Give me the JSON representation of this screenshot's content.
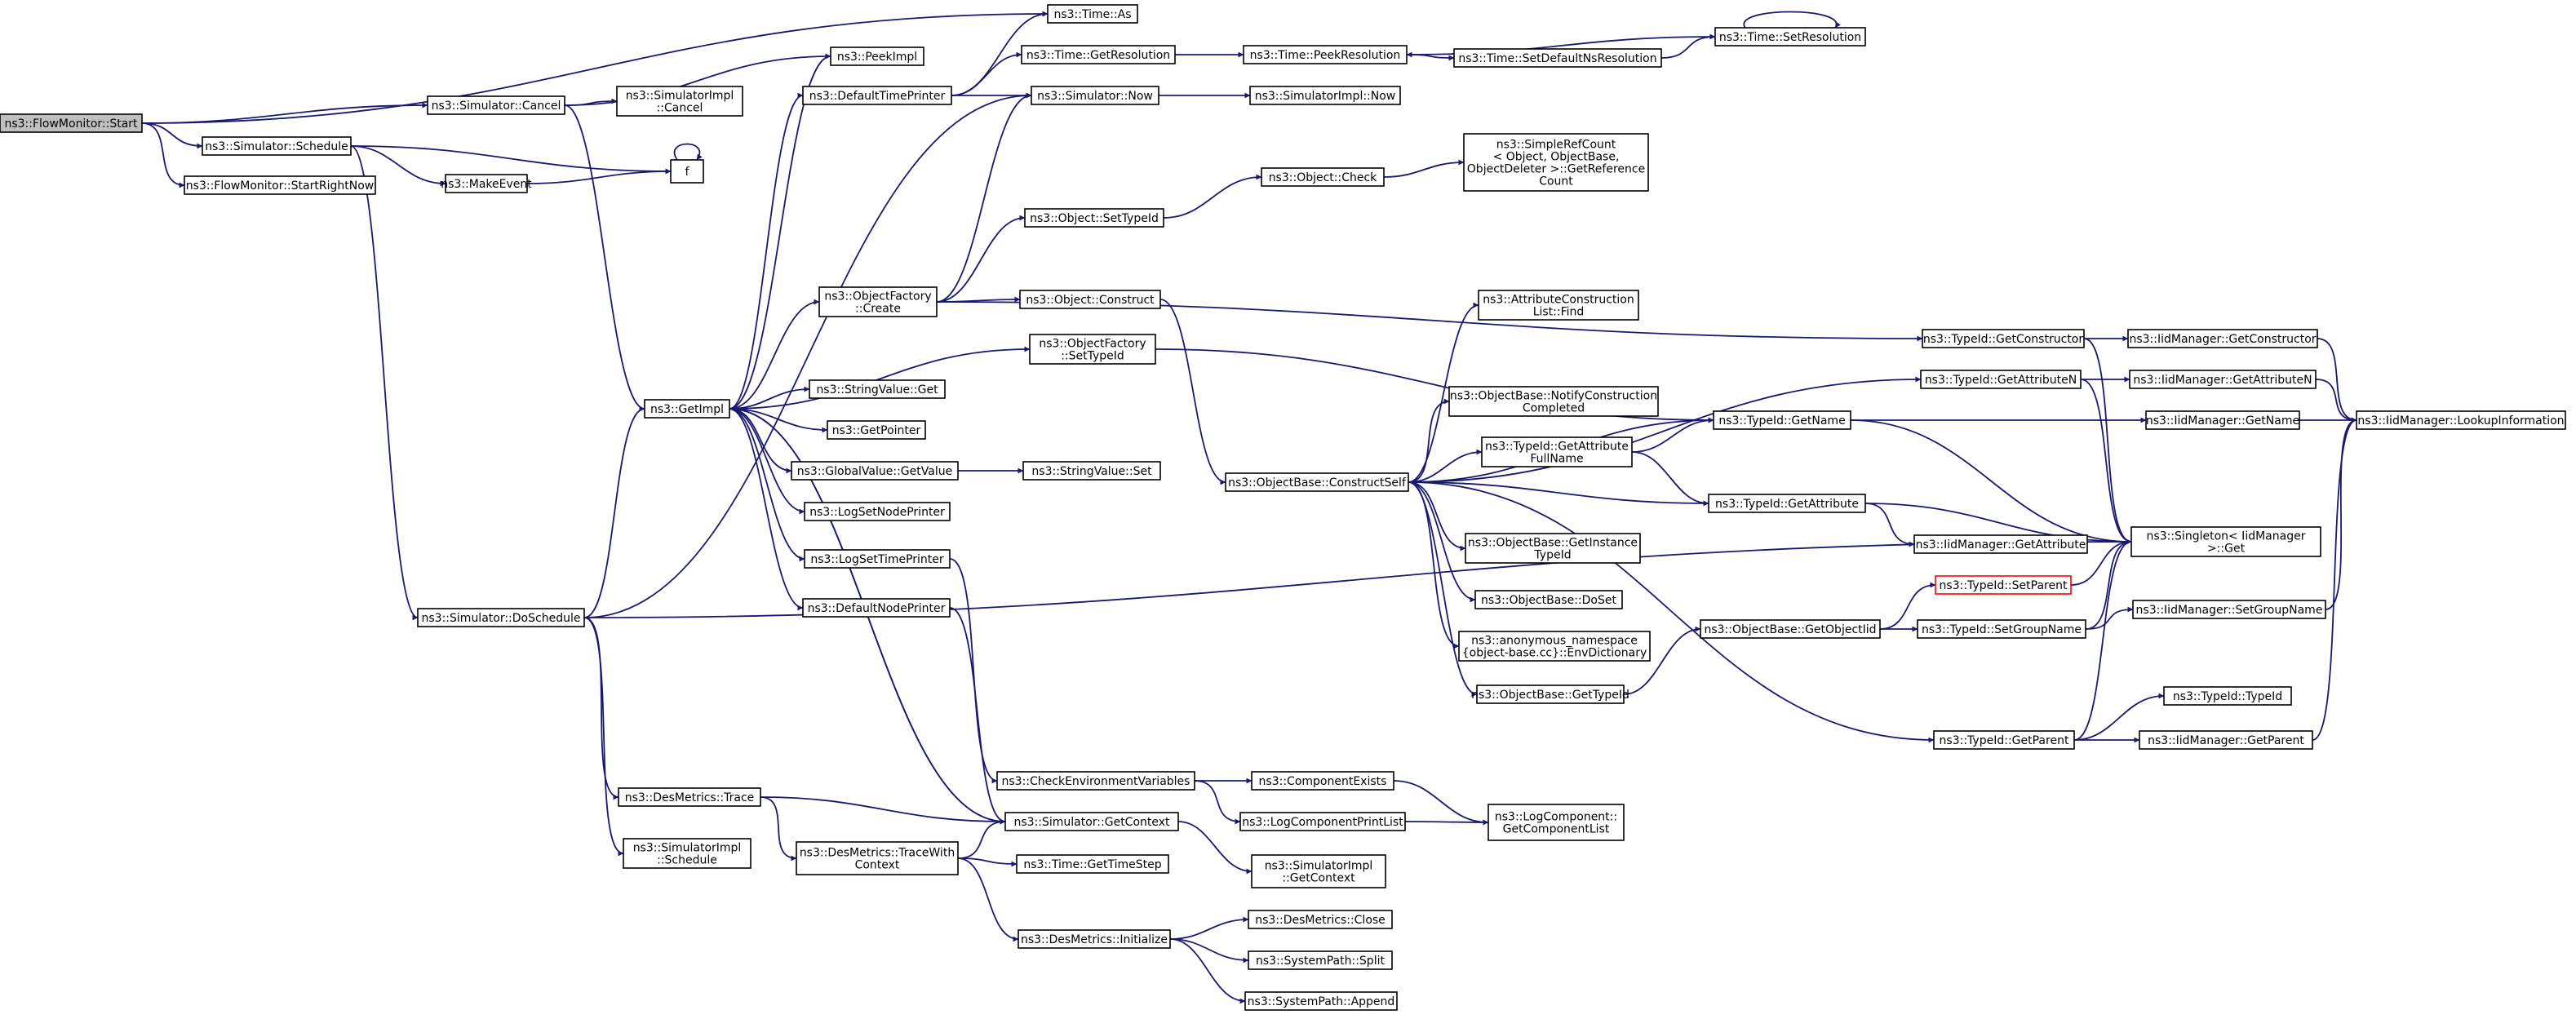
{
  "diagram": {
    "type": "call-graph",
    "colors": {
      "edge": "#191970",
      "root_fill": "#bfbfbf",
      "node_border": "#000000",
      "highlight_border": "#ff0000"
    },
    "nodes": [
      {
        "id": "flowmonitor_start",
        "lines": [
          "ns3::FlowMonitor::Start"
        ]
      },
      {
        "id": "sim_cancel",
        "lines": [
          "ns3::Simulator::Cancel"
        ]
      },
      {
        "id": "sim_schedule",
        "lines": [
          "ns3::Simulator::Schedule"
        ]
      },
      {
        "id": "fm_startrightnow",
        "lines": [
          "ns3::FlowMonitor::StartRightNow"
        ]
      },
      {
        "id": "time_as",
        "lines": [
          "ns3::Time::As"
        ]
      },
      {
        "id": "peekimpl",
        "lines": [
          "ns3::PeekImpl"
        ]
      },
      {
        "id": "simimpl_cancel",
        "lines": [
          "ns3::SimulatorImpl",
          "::Cancel"
        ]
      },
      {
        "id": "makeevent",
        "lines": [
          "ns3::MakeEvent"
        ]
      },
      {
        "id": "f",
        "lines": [
          "f"
        ]
      },
      {
        "id": "getimpl",
        "lines": [
          "ns3::GetImpl"
        ]
      },
      {
        "id": "sim_doschedule",
        "lines": [
          "ns3::Simulator::DoSchedule"
        ]
      },
      {
        "id": "defaulttimeprinter",
        "lines": [
          "ns3::DefaultTimePrinter"
        ]
      },
      {
        "id": "time_getresolution",
        "lines": [
          "ns3::Time::GetResolution"
        ]
      },
      {
        "id": "sim_now",
        "lines": [
          "ns3::Simulator::Now"
        ]
      },
      {
        "id": "time_peekresolution",
        "lines": [
          "ns3::Time::PeekResolution"
        ]
      },
      {
        "id": "simimpl_now",
        "lines": [
          "ns3::SimulatorImpl::Now"
        ]
      },
      {
        "id": "time_setdefaultns",
        "lines": [
          "ns3::Time::SetDefaultNsResolution"
        ]
      },
      {
        "id": "time_setresolution",
        "lines": [
          "ns3::Time::SetResolution"
        ]
      },
      {
        "id": "object_settypeid",
        "lines": [
          "ns3::Object::SetTypeId"
        ]
      },
      {
        "id": "object_check",
        "lines": [
          "ns3::Object::Check"
        ]
      },
      {
        "id": "simplerefcount",
        "lines": [
          "ns3::SimpleRefCount",
          "< Object, ObjectBase,",
          "ObjectDeleter >::GetReference",
          "Count"
        ]
      },
      {
        "id": "objectfactory_create",
        "lines": [
          "ns3::ObjectFactory",
          "::Create"
        ]
      },
      {
        "id": "object_construct",
        "lines": [
          "ns3::Object::Construct"
        ]
      },
      {
        "id": "objectfactory_settypeid",
        "lines": [
          "ns3::ObjectFactory",
          "::SetTypeId"
        ]
      },
      {
        "id": "stringvalue_get",
        "lines": [
          "ns3::StringValue::Get"
        ]
      },
      {
        "id": "getpointer",
        "lines": [
          "ns3::GetPointer"
        ]
      },
      {
        "id": "globalvalue_getvalue",
        "lines": [
          "ns3::GlobalValue::GetValue"
        ]
      },
      {
        "id": "stringvalue_set",
        "lines": [
          "ns3::StringValue::Set"
        ]
      },
      {
        "id": "logsetnodeprinter",
        "lines": [
          "ns3::LogSetNodePrinter"
        ]
      },
      {
        "id": "logsettimeprinter",
        "lines": [
          "ns3::LogSetTimePrinter"
        ]
      },
      {
        "id": "defaultnodeprinter",
        "lines": [
          "ns3::DefaultNodePrinter"
        ]
      },
      {
        "id": "attrconstruction_find",
        "lines": [
          "ns3::AttributeConstruction",
          "List::Find"
        ]
      },
      {
        "id": "objectbase_notify",
        "lines": [
          "ns3::ObjectBase::NotifyConstruction",
          "Completed"
        ]
      },
      {
        "id": "typeid_getattrfullname",
        "lines": [
          "ns3::TypeId::GetAttribute",
          "FullName"
        ]
      },
      {
        "id": "objectbase_constructself",
        "lines": [
          "ns3::ObjectBase::ConstructSelf"
        ]
      },
      {
        "id": "objectbase_getinstancetypeid",
        "lines": [
          "ns3::ObjectBase::GetInstance",
          "TypeId"
        ]
      },
      {
        "id": "objectbase_doset",
        "lines": [
          "ns3::ObjectBase::DoSet"
        ]
      },
      {
        "id": "anon_envdictionary",
        "lines": [
          "ns3::anonymous_namespace",
          "{object-base.cc}::EnvDictionary"
        ]
      },
      {
        "id": "objectbase_gettypeid",
        "lines": [
          "ns3::ObjectBase::GetTypeId"
        ]
      },
      {
        "id": "typeid_getconstructor",
        "lines": [
          "ns3::TypeId::GetConstructor"
        ]
      },
      {
        "id": "typeid_getattributen",
        "lines": [
          "ns3::TypeId::GetAttributeN"
        ]
      },
      {
        "id": "typeid_getname",
        "lines": [
          "ns3::TypeId::GetName"
        ]
      },
      {
        "id": "typeid_getattribute",
        "lines": [
          "ns3::TypeId::GetAttribute"
        ]
      },
      {
        "id": "iid_getconstructor",
        "lines": [
          "ns3::IidManager::GetConstructor"
        ]
      },
      {
        "id": "iid_getattributen",
        "lines": [
          "ns3::IidManager::GetAttributeN"
        ]
      },
      {
        "id": "iid_getname",
        "lines": [
          "ns3::IidManager::GetName"
        ]
      },
      {
        "id": "iid_lookupinformation",
        "lines": [
          "ns3::IidManager::LookupInformation"
        ]
      },
      {
        "id": "iid_getattribute",
        "lines": [
          "ns3::IidManager::GetAttribute"
        ]
      },
      {
        "id": "singleton_get",
        "lines": [
          "ns3::Singleton< IidManager",
          ">::Get"
        ]
      },
      {
        "id": "typeid_setparent",
        "lines": [
          "ns3::TypeId::SetParent"
        ],
        "highlight": true
      },
      {
        "id": "objectbase_getobjectiid",
        "lines": [
          "ns3::ObjectBase::GetObjectIid"
        ]
      },
      {
        "id": "typeid_setgroupname",
        "lines": [
          "ns3::TypeId::SetGroupName"
        ]
      },
      {
        "id": "iid_setgroupname",
        "lines": [
          "ns3::IidManager::SetGroupName"
        ]
      },
      {
        "id": "typeid_typeid",
        "lines": [
          "ns3::TypeId::TypeId"
        ]
      },
      {
        "id": "typeid_getparent",
        "lines": [
          "ns3::TypeId::GetParent"
        ]
      },
      {
        "id": "iid_getparent",
        "lines": [
          "ns3::IidManager::GetParent"
        ]
      },
      {
        "id": "checkenvvars",
        "lines": [
          "ns3::CheckEnvironmentVariables"
        ]
      },
      {
        "id": "componentexists",
        "lines": [
          "ns3::ComponentExists"
        ]
      },
      {
        "id": "logcomponentprintlist",
        "lines": [
          "ns3::LogComponentPrintList"
        ]
      },
      {
        "id": "logcomponent_getlist",
        "lines": [
          "ns3::LogComponent::",
          "GetComponentList"
        ]
      },
      {
        "id": "desmetrics_trace",
        "lines": [
          "ns3::DesMetrics::Trace"
        ]
      },
      {
        "id": "sim_getcontext",
        "lines": [
          "ns3::Simulator::GetContext"
        ]
      },
      {
        "id": "simimpl_schedule",
        "lines": [
          "ns3::SimulatorImpl",
          "::Schedule"
        ]
      },
      {
        "id": "desmetrics_tracewithcontext",
        "lines": [
          "ns3::DesMetrics::TraceWith",
          "Context"
        ]
      },
      {
        "id": "time_gettimestep",
        "lines": [
          "ns3::Time::GetTimeStep"
        ]
      },
      {
        "id": "simimpl_getcontext",
        "lines": [
          "ns3::SimulatorImpl",
          "::GetContext"
        ]
      },
      {
        "id": "desmetrics_initialize",
        "lines": [
          "ns3::DesMetrics::Initialize"
        ]
      },
      {
        "id": "desmetrics_close",
        "lines": [
          "ns3::DesMetrics::Close"
        ]
      },
      {
        "id": "systempath_split",
        "lines": [
          "ns3::SystemPath::Split"
        ]
      },
      {
        "id": "systempath_append",
        "lines": [
          "ns3::SystemPath::Append"
        ]
      }
    ],
    "edges": [
      [
        "flowmonitor_start",
        "time_as"
      ],
      [
        "flowmonitor_start",
        "sim_cancel"
      ],
      [
        "flowmonitor_start",
        "sim_schedule"
      ],
      [
        "flowmonitor_start",
        "fm_startrightnow"
      ],
      [
        "sim_cancel",
        "peekimpl"
      ],
      [
        "sim_cancel",
        "simimpl_cancel"
      ],
      [
        "sim_cancel",
        "getimpl"
      ],
      [
        "sim_schedule",
        "makeevent"
      ],
      [
        "sim_schedule",
        "f"
      ],
      [
        "sim_schedule",
        "sim_doschedule"
      ],
      [
        "makeevent",
        "f"
      ],
      [
        "f",
        "f"
      ],
      [
        "getimpl",
        "peekimpl"
      ],
      [
        "getimpl",
        "defaulttimeprinter"
      ],
      [
        "getimpl",
        "objectfactory_create"
      ],
      [
        "getimpl",
        "objectfactory_settypeid"
      ],
      [
        "getimpl",
        "stringvalue_get"
      ],
      [
        "getimpl",
        "getpointer"
      ],
      [
        "getimpl",
        "globalvalue_getvalue"
      ],
      [
        "getimpl",
        "logsetnodeprinter"
      ],
      [
        "getimpl",
        "logsettimeprinter"
      ],
      [
        "getimpl",
        "defaultnodeprinter"
      ],
      [
        "getimpl",
        "sim_getcontext"
      ],
      [
        "defaulttimeprinter",
        "time_as"
      ],
      [
        "defaulttimeprinter",
        "time_getresolution"
      ],
      [
        "defaulttimeprinter",
        "sim_now"
      ],
      [
        "time_getresolution",
        "time_peekresolution"
      ],
      [
        "time_peekresolution",
        "time_setdefaultns"
      ],
      [
        "time_setdefaultns",
        "time_setresolution"
      ],
      [
        "time_setresolution",
        "time_peekresolution"
      ],
      [
        "time_setresolution",
        "time_setresolution"
      ],
      [
        "sim_now",
        "simimpl_now"
      ],
      [
        "objectfactory_create",
        "object_settypeid"
      ],
      [
        "objectfactory_create",
        "object_construct"
      ],
      [
        "objectfactory_create",
        "sim_now"
      ],
      [
        "objectfactory_create",
        "typeid_getconstructor"
      ],
      [
        "object_settypeid",
        "object_check"
      ],
      [
        "object_check",
        "simplerefcount"
      ],
      [
        "object_construct",
        "objectbase_constructself"
      ],
      [
        "objectfactory_settypeid",
        "typeid_getname"
      ],
      [
        "globalvalue_getvalue",
        "stringvalue_set"
      ],
      [
        "logsettimeprinter",
        "checkenvvars"
      ],
      [
        "defaultnodeprinter",
        "sim_getcontext"
      ],
      [
        "objectbase_constructself",
        "attrconstruction_find"
      ],
      [
        "objectbase_constructself",
        "objectbase_notify"
      ],
      [
        "objectbase_constructself",
        "typeid_getattrfullname"
      ],
      [
        "objectbase_constructself",
        "objectbase_getinstancetypeid"
      ],
      [
        "objectbase_constructself",
        "objectbase_doset"
      ],
      [
        "objectbase_constructself",
        "anon_envdictionary"
      ],
      [
        "objectbase_constructself",
        "objectbase_gettypeid"
      ],
      [
        "objectbase_constructself",
        "typeid_getattributen"
      ],
      [
        "objectbase_constructself",
        "typeid_getname"
      ],
      [
        "objectbase_constructself",
        "typeid_getattribute"
      ],
      [
        "objectbase_constructself",
        "typeid_getparent"
      ],
      [
        "typeid_getattrfullname",
        "typeid_getname"
      ],
      [
        "typeid_getattrfullname",
        "typeid_getattribute"
      ],
      [
        "objectbase_gettypeid",
        "objectbase_getobjectiid"
      ],
      [
        "objectbase_getobjectiid",
        "typeid_setparent"
      ],
      [
        "objectbase_getobjectiid",
        "typeid_setgroupname"
      ],
      [
        "typeid_getconstructor",
        "iid_getconstructor"
      ],
      [
        "typeid_getconstructor",
        "singleton_get"
      ],
      [
        "typeid_getattributen",
        "iid_getattributen"
      ],
      [
        "typeid_getattributen",
        "singleton_get"
      ],
      [
        "typeid_getname",
        "iid_getname"
      ],
      [
        "typeid_getname",
        "singleton_get"
      ],
      [
        "typeid_getattribute",
        "iid_getattribute"
      ],
      [
        "typeid_getattribute",
        "singleton_get"
      ],
      [
        "iid_getconstructor",
        "iid_lookupinformation"
      ],
      [
        "iid_getattributen",
        "iid_lookupinformation"
      ],
      [
        "iid_getname",
        "iid_lookupinformation"
      ],
      [
        "iid_setgroupname",
        "iid_lookupinformation"
      ],
      [
        "iid_getparent",
        "iid_lookupinformation"
      ],
      [
        "typeid_setparent",
        "singleton_get"
      ],
      [
        "typeid_setgroupname",
        "singleton_get"
      ],
      [
        "typeid_setgroupname",
        "iid_setgroupname"
      ],
      [
        "typeid_getparent",
        "singleton_get"
      ],
      [
        "typeid_getparent",
        "typeid_typeid"
      ],
      [
        "typeid_getparent",
        "iid_getparent"
      ],
      [
        "sim_doschedule",
        "sim_now"
      ],
      [
        "sim_doschedule",
        "getimpl"
      ],
      [
        "sim_doschedule",
        "desmetrics_trace"
      ],
      [
        "sim_doschedule",
        "simimpl_schedule"
      ],
      [
        "sim_doschedule",
        "singleton_get"
      ],
      [
        "desmetrics_trace",
        "sim_getcontext"
      ],
      [
        "desmetrics_trace",
        "desmetrics_tracewithcontext"
      ],
      [
        "desmetrics_tracewithcontext",
        "sim_getcontext"
      ],
      [
        "desmetrics_tracewithcontext",
        "time_gettimestep"
      ],
      [
        "desmetrics_tracewithcontext",
        "desmetrics_initialize"
      ],
      [
        "sim_getcontext",
        "getimpl"
      ],
      [
        "sim_getcontext",
        "simimpl_getcontext"
      ],
      [
        "checkenvvars",
        "componentexists"
      ],
      [
        "checkenvvars",
        "logcomponentprintlist"
      ],
      [
        "componentexists",
        "logcomponent_getlist"
      ],
      [
        "logcomponentprintlist",
        "logcomponent_getlist"
      ],
      [
        "desmetrics_initialize",
        "desmetrics_close"
      ],
      [
        "desmetrics_initialize",
        "systempath_split"
      ],
      [
        "desmetrics_initialize",
        "systempath_append"
      ]
    ]
  }
}
